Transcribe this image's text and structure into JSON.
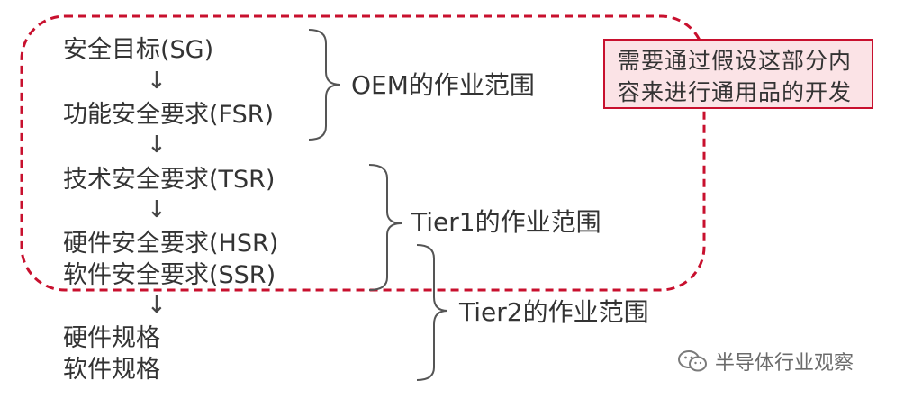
{
  "items": [
    "安全目标(SG)",
    "功能安全要求(FSR)",
    "技术安全要求(TSR)",
    "硬件安全要求(HSR)",
    "软件安全要求(SSR)",
    "硬件规格",
    "软件规格"
  ],
  "arrows": [
    "↓",
    "↓",
    "↓",
    "↓"
  ],
  "scopes": [
    "OEM的作业范围",
    "Tier1的作业范围",
    "Tier2的作业范围"
  ],
  "note": {
    "lines": [
      "需要通过假设这部分内",
      "容来进行通用品的开发"
    ]
  },
  "watermark": {
    "text": "半导体行业观察",
    "icon": "wechat-icon"
  },
  "colors": {
    "dashed_border": "#c8102e",
    "note_border": "#c8102e",
    "note_fill": "#fbe3e6",
    "text": "#333333"
  }
}
